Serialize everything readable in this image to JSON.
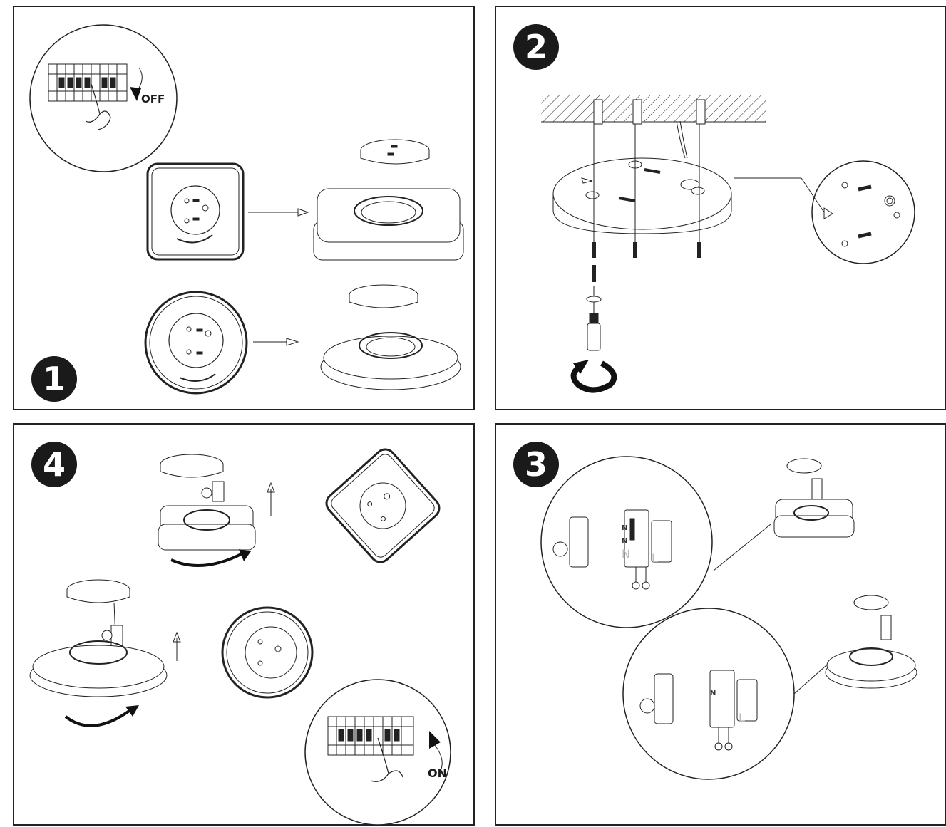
{
  "steps": [
    {
      "number": "1",
      "switch_label": "OFF"
    },
    {
      "number": "2"
    },
    {
      "number": "3",
      "wire_labels": [
        "N",
        "N",
        "N",
        "L",
        "N",
        "L"
      ]
    },
    {
      "number": "4",
      "switch_label": "ON"
    }
  ],
  "icons": [
    "breaker-switch-icon",
    "hand-icon",
    "screwdriver-icon",
    "rotate-icon",
    "arrow-icon",
    "screw-icon"
  ]
}
